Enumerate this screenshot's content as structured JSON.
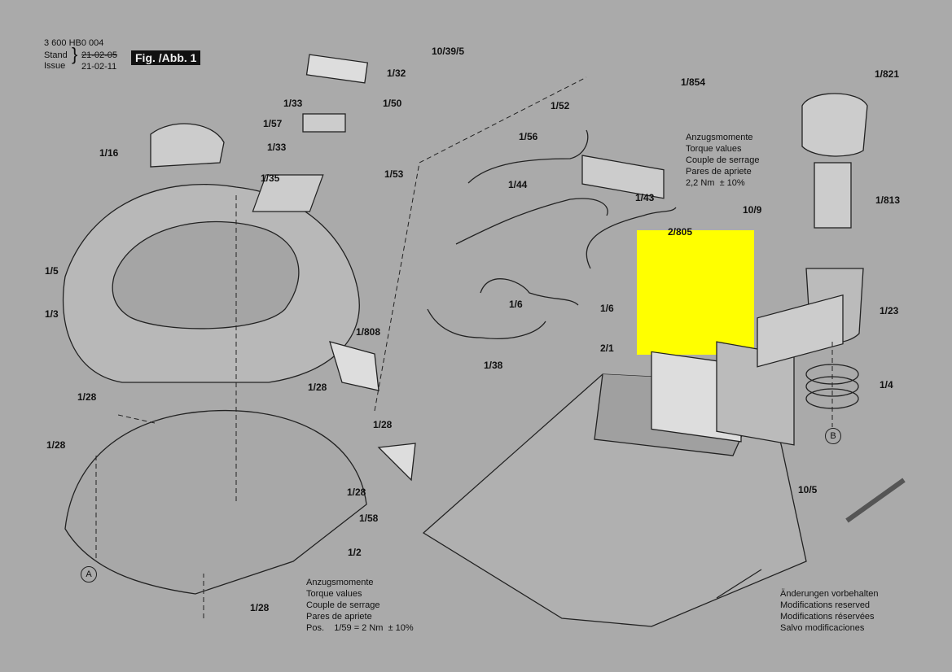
{
  "header": {
    "doc_number": "3 600 HB0 004",
    "stand_label": "Stand",
    "issue_label": "Issue",
    "stand_date": "21-02-05",
    "issue_date": "21-02-11",
    "figure_label": "Fig. /Abb. 1"
  },
  "torque_top": {
    "lines": [
      "Anzugsmomente",
      "Torque values",
      "Couple de serrage",
      "Pares de apriete",
      "2,2 Nm  ± 10%"
    ]
  },
  "torque_bottom": {
    "lines": [
      "Anzugsmomente",
      "Torque values",
      "Couple de serrage",
      "Pares de apriete",
      "Pos.    1/59 = 2 Nm  ± 10%"
    ]
  },
  "modifications": {
    "lines": [
      "Änderungen vorbehalten",
      "Modifications reserved",
      "Modifications réservées",
      "Salvo modificaciones"
    ]
  },
  "parts": [
    "1/32",
    "1/33",
    "1/50",
    "1/57",
    "1/33",
    "1/16",
    "1/35",
    "1/53",
    "1/5",
    "1/3",
    "1/808",
    "1/28",
    "1/28",
    "1/28",
    "1/28",
    "1/28",
    "1/58",
    "1/2",
    "1/28",
    "10/39/5",
    "1/854",
    "1/52",
    "1/56",
    "1/44",
    "1/43",
    "2/805",
    "10/9",
    "1/6",
    "1/6",
    "1/38",
    "2/1",
    "1/821",
    "1/813",
    "1/23",
    "1/4",
    "10/5"
  ],
  "markers": [
    "A",
    "B"
  ],
  "highlight": {
    "part": "2/805",
    "color": "#ffff00"
  }
}
